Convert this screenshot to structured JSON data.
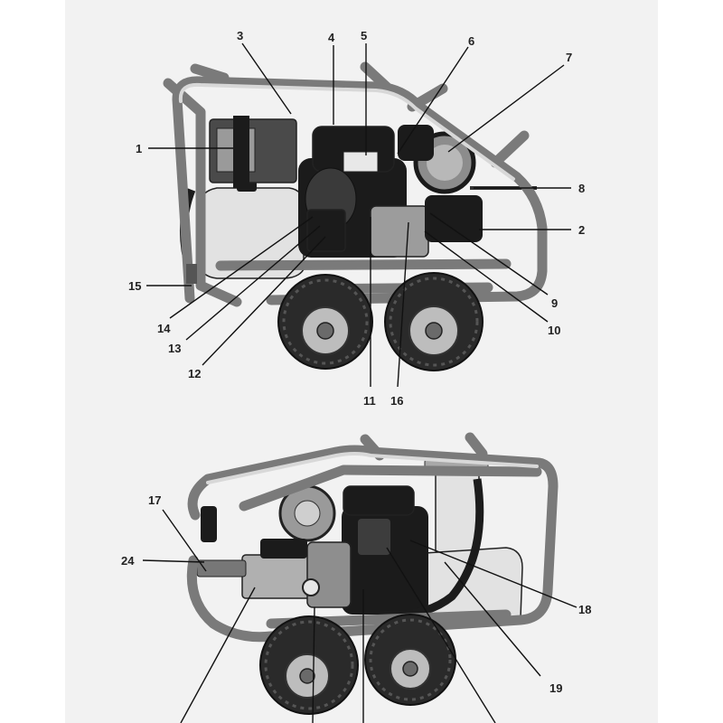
{
  "figure": {
    "top_view_callouts": [
      "1",
      "2",
      "3",
      "4",
      "5",
      "6",
      "7",
      "8",
      "9",
      "10",
      "11",
      "12",
      "13",
      "14",
      "15",
      "16"
    ],
    "bottom_view_callouts": [
      "17",
      "18",
      "19",
      "24"
    ]
  },
  "colors": {
    "page_background": "#f2f2f2",
    "frame_metal": "#7a7a7a",
    "engine_dark": "#1b1b1b",
    "leader_line": "#111111"
  }
}
